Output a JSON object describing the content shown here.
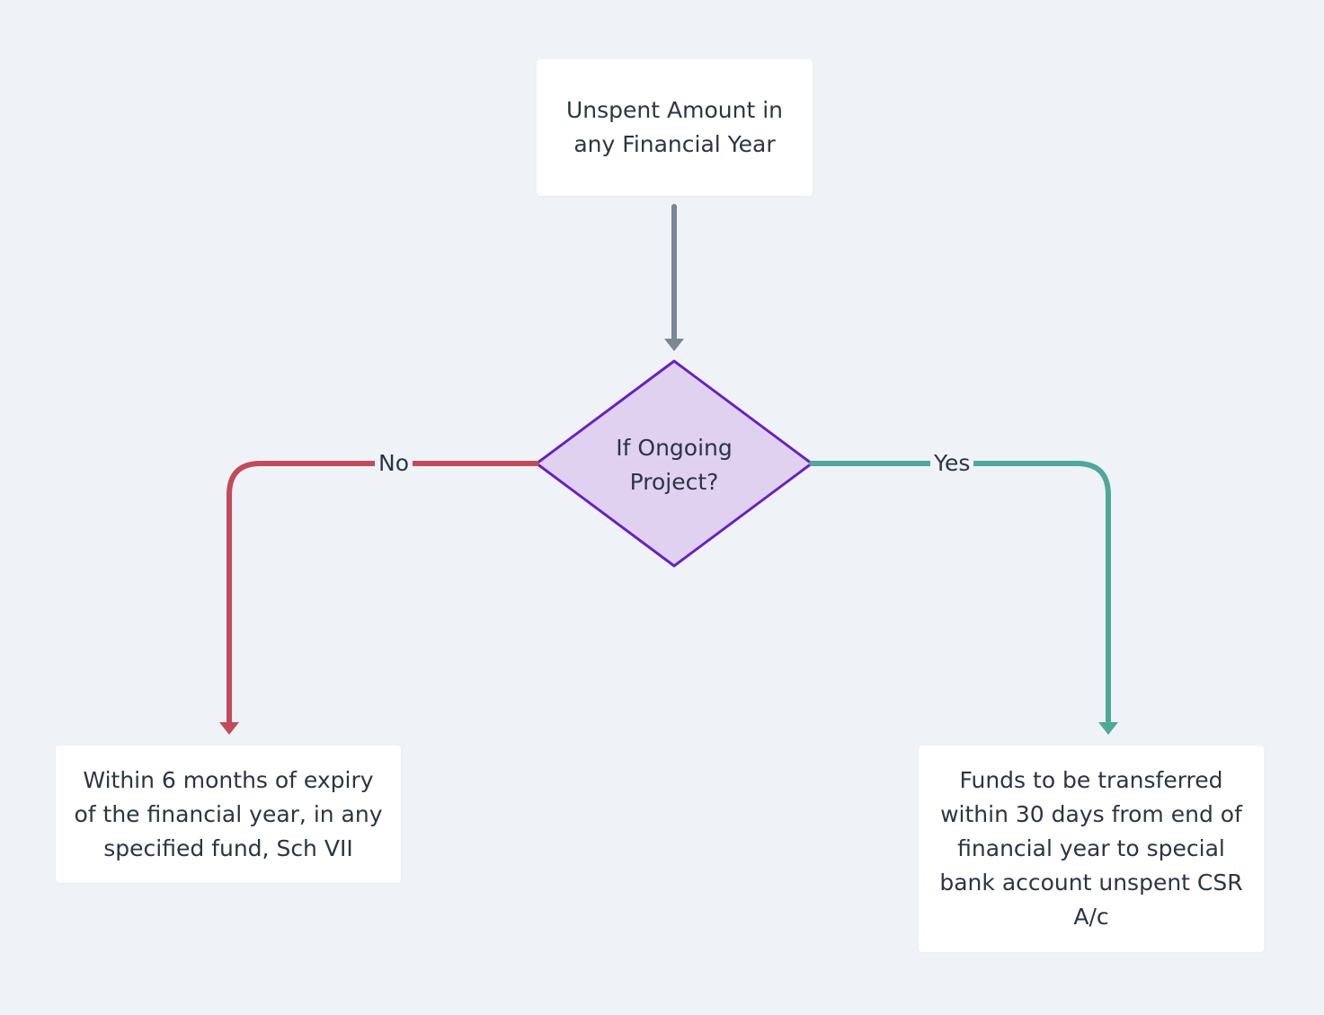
{
  "diagram": {
    "start_node": {
      "text": "Unspent Amount in any Financial Year"
    },
    "decision_node": {
      "text": "If Ongoing Project?",
      "fill": "#e0d1f0",
      "stroke": "#6a1fc2"
    },
    "no_branch": {
      "label": "No",
      "color": "#c24b5a",
      "target_text": "Within 6 months of expiry of the financial year, in any specified fund, Sch VII"
    },
    "yes_branch": {
      "label": "Yes",
      "color": "#4fa89a",
      "target_text": "Funds to be transferred within 30 days from end of financial year to special bank account unspent CSR A/c"
    },
    "arrow_color_main": "#7c8794",
    "background": "#eff3f7"
  }
}
